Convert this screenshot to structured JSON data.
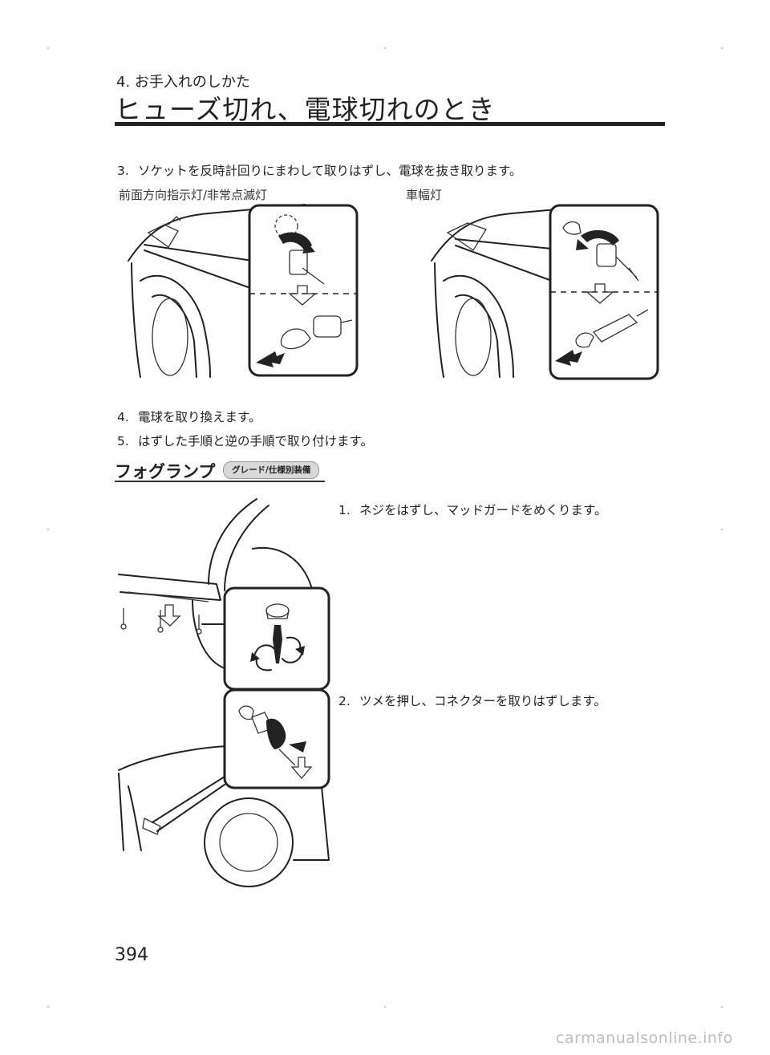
{
  "header": {
    "subtitle": "4. お手入れのしかた",
    "title": "ヒューズ切れ、電球切れのとき"
  },
  "steps_a": [
    {
      "num": "3.",
      "text": "ソケットを反時計回りにまわして取りはずし、電球を抜き取ります。"
    },
    {
      "num": "4.",
      "text": "電球を取り換えます。"
    },
    {
      "num": "5.",
      "text": "はずした手順と逆の手順で取り付けます。"
    }
  ],
  "figures": {
    "left_label": "前面方向指示灯/非常点滅灯",
    "right_label": "車幅灯"
  },
  "fog_section": {
    "heading": "フォグランプ",
    "badge": "グレード/仕様別装備",
    "steps": [
      {
        "num": "1.",
        "text": "ネジをはずし、マッドガードをめくります。"
      },
      {
        "num": "2.",
        "text": "ツメを押し、コネクターを取りはずします。"
      }
    ]
  },
  "page_number": "394",
  "watermark": "carmanualsonline.info"
}
